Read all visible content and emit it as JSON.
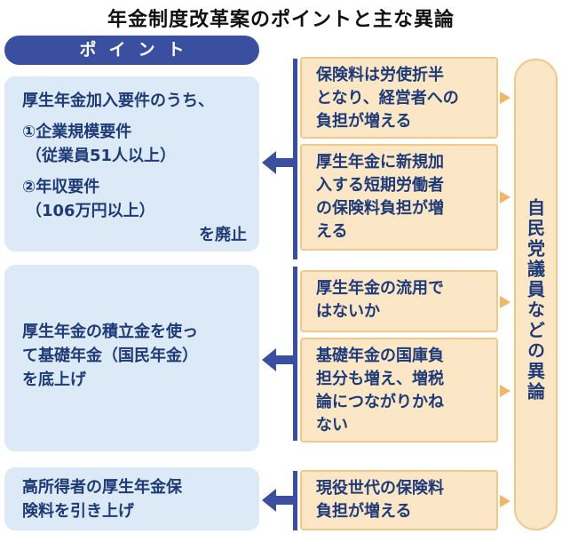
{
  "title": "年金制度改革案のポイントと主な異論",
  "point_header": "ポイント",
  "points": [
    {
      "lines": [
        "厚生年金加入要件のうち、",
        "①企業規模要件",
        "（従業員51人以上）",
        "②年収要件",
        "（106万円以上）",
        "を廃止"
      ]
    },
    {
      "lines": [
        "厚生年金の積立金を使っ",
        "て基礎年金（国民年金）",
        "を底上げ"
      ]
    },
    {
      "lines": [
        "高所得者の厚生年金保",
        "険料を引き上げ"
      ]
    }
  ],
  "objections": [
    {
      "lines": [
        "保険料は労使折半",
        "となり、経営者への",
        "負担が増える"
      ]
    },
    {
      "lines": [
        "厚生年金に新規加",
        "入する短期労働者",
        "の保険料負担が増",
        "える"
      ]
    },
    {
      "lines": [
        "厚生年金の流用で",
        "はないか"
      ]
    },
    {
      "lines": [
        "基礎年金の国庫負",
        "担分も増え、増税",
        "論につながりかね",
        "ない"
      ]
    },
    {
      "lines": [
        "現役世代の保険料",
        "負担が増える"
      ]
    }
  ],
  "side_label": "自民党議員などの異論",
  "colors": {
    "navy": "#3b4fa0",
    "point_bg": "#dbeaf6",
    "objection_bg": "#fbe7c6",
    "objection_border": "#f0c98a",
    "triangle": "#f2b766"
  },
  "icons": {
    "arrow": "left-arrow-icon",
    "pointer": "right-triangle-icon"
  }
}
